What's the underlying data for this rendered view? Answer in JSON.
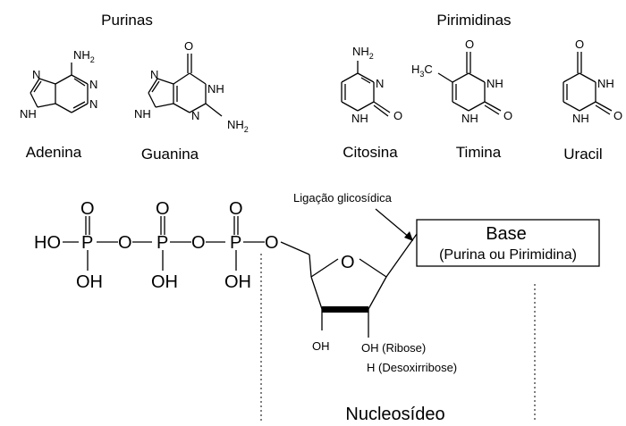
{
  "headings": {
    "purines": "Purinas",
    "pyrimidines": "Pirimidinas"
  },
  "bases": {
    "adenine": "Adenina",
    "guanine": "Guanina",
    "cytosine": "Citosina",
    "thymine": "Timina",
    "uracil": "Uracil"
  },
  "atoms": {
    "nh2": "NH",
    "sub2": "2",
    "nh": "NH",
    "n": "N",
    "o": "O",
    "h3c": "H",
    "sub3": "3",
    "c": "C"
  },
  "phosphate": {
    "ho": "HO",
    "p": "P",
    "o": "O",
    "oh": "OH"
  },
  "nucleoside": {
    "glyco_label": "Ligação glicosídica",
    "base_title": "Base",
    "base_sub": "(Purina ou Pirimidina)",
    "oh3": "OH",
    "ribose": "OH (Ribose)",
    "deoxyribose": "H (Desoxirribose)",
    "nucleoside_label": "Nucleosídeo"
  },
  "colors": {
    "ribose": "#ff0000",
    "deoxyribose": "#0000ff"
  }
}
